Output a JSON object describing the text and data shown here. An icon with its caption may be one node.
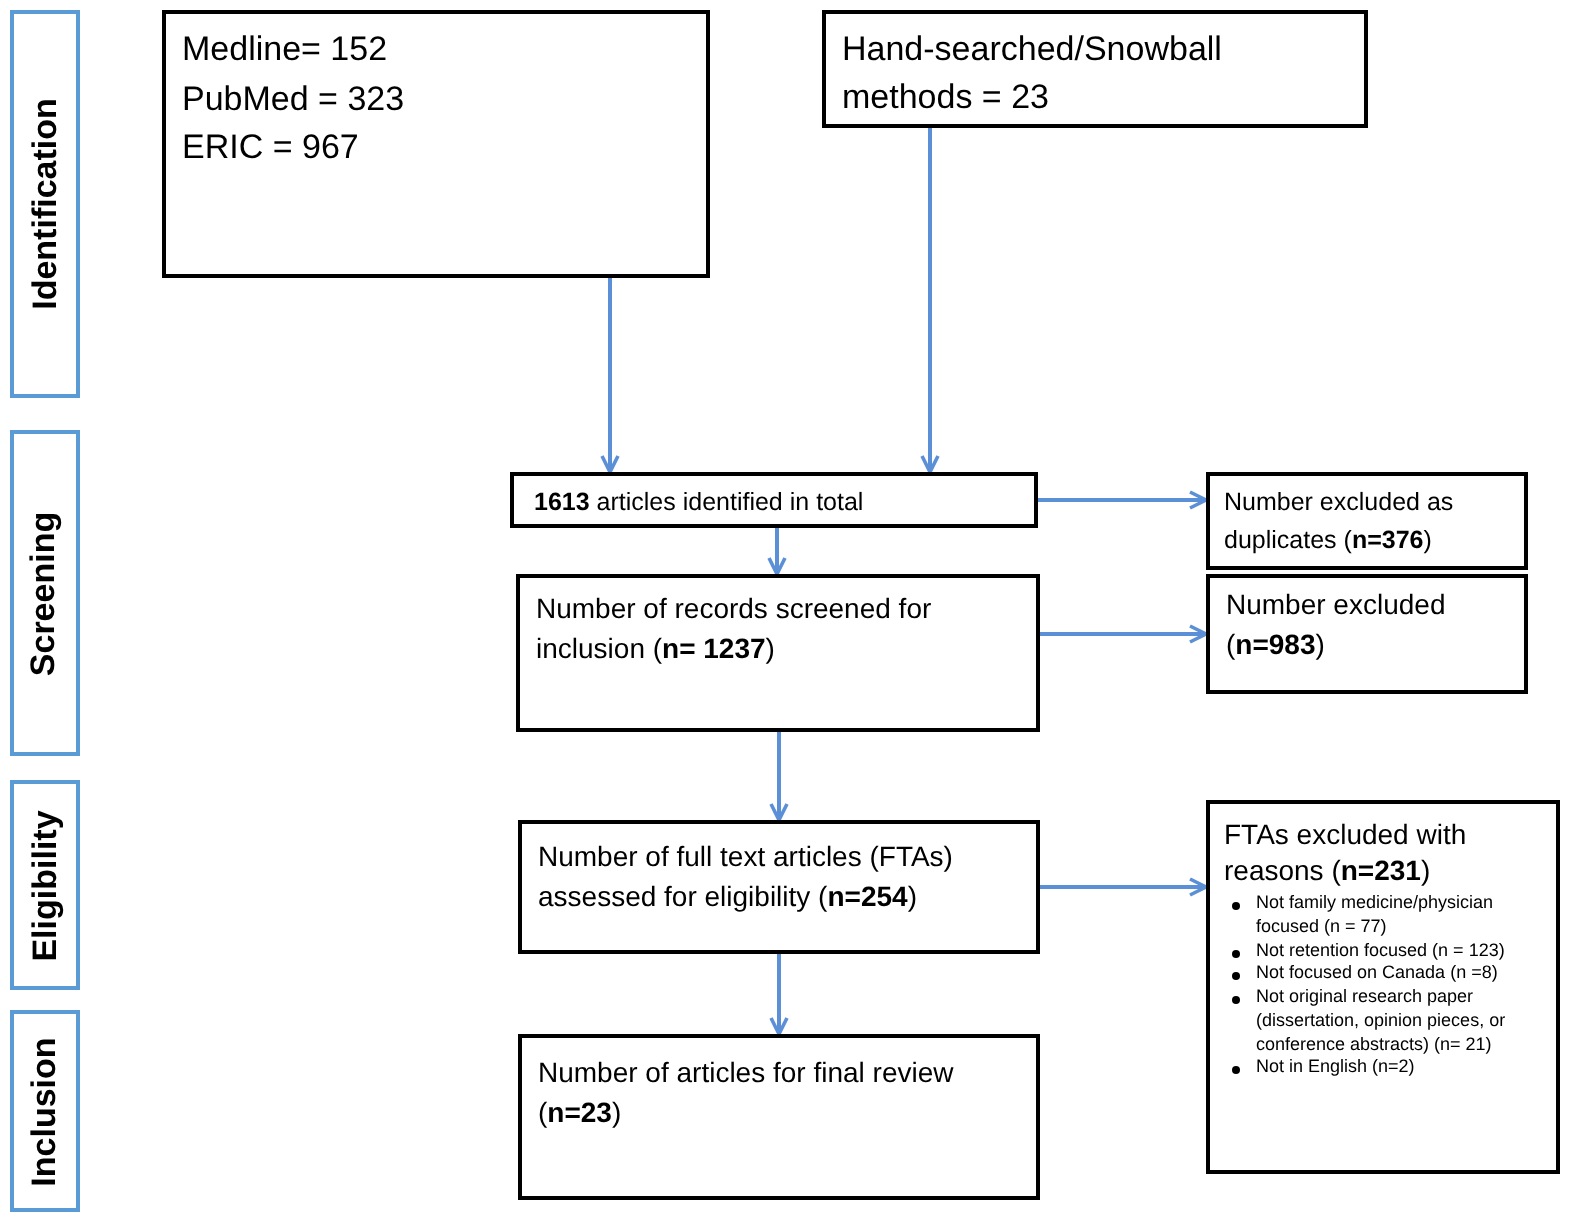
{
  "diagram": {
    "nodes": [
      {
        "text": [
          "Identification"
        ]
      },
      {
        "text": [
          "Screening"
        ]
      },
      {
        "text": [
          "Eligibility"
        ]
      },
      {
        "text": [
          "Inclusion"
        ]
      },
      {
        "text": [
          "Medline= 152",
          "PubMed = 323",
          "ERIC = 967"
        ]
      },
      {
        "text": [
          "Hand-searched/Snowball methods = 23"
        ]
      },
      {
        "text": [
          "**1613** articles identified in total"
        ]
      },
      {
        "text": [
          "Number excluded as duplicates (**n=376**)"
        ]
      },
      {
        "text": [
          "Number of records screened for inclusion (**n= 1237**)"
        ]
      },
      {
        "text": [
          "Number excluded (**n=983**)"
        ]
      },
      {
        "text": [
          "Number of full text articles (FTAs) assessed for eligibility (**n=254**)"
        ]
      },
      {
        "text": [
          "FTAs excluded  with reasons (**n=231**)",
          "Not family medicine/physician focused (n = 77)",
          "Not retention focused (n = 123)",
          "Not focused on Canada (n =8)",
          "Not original research paper (dissertation, opinion pieces, or conference abstracts) (n= 21)",
          "Not in English (n=2)"
        ]
      },
      {
        "text": [
          "Number of articles for final review (**n=23**)"
        ]
      }
    ],
    "edges": [
      {
        "from": 4,
        "to": 6,
        "arrow": "to"
      },
      {
        "from": 5,
        "to": 6,
        "arrow": "to"
      },
      {
        "from": 6,
        "to": 7,
        "arrow": "to"
      },
      {
        "from": 6,
        "to": 8,
        "arrow": "to"
      },
      {
        "from": 8,
        "to": 9,
        "arrow": "to"
      },
      {
        "from": 8,
        "to": 10,
        "arrow": "to"
      },
      {
        "from": 10,
        "to": 11,
        "arrow": "to"
      },
      {
        "from": 10,
        "to": 12,
        "arrow": "to"
      }
    ]
  }
}
